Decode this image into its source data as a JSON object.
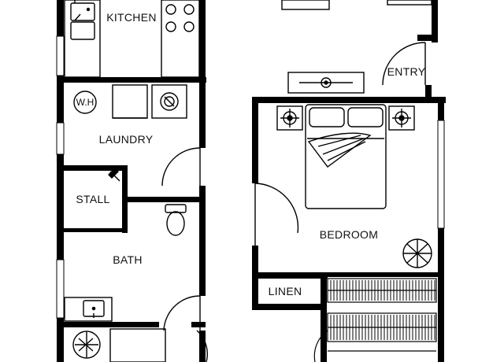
{
  "rooms": {
    "kitchen": "KITCHEN",
    "water_heater": "W.H",
    "laundry": "LAUNDRY",
    "stall": "STALL",
    "bath": "BATH",
    "entry": "ENTRY",
    "bedroom": "BEDROOM",
    "linen": "LINEN"
  },
  "fixtures": [
    "double-sink-icon",
    "stove-icon",
    "washer-icon",
    "dryer-icon",
    "water-heater-icon",
    "shower-head-icon",
    "toilet-icon",
    "vanity-sink-icon",
    "bed-icon",
    "nightstand-lamp-icon",
    "wall-sconce-icon",
    "closet-rod-icon",
    "plant-icon",
    "door-swing-icon",
    "window-icon"
  ]
}
